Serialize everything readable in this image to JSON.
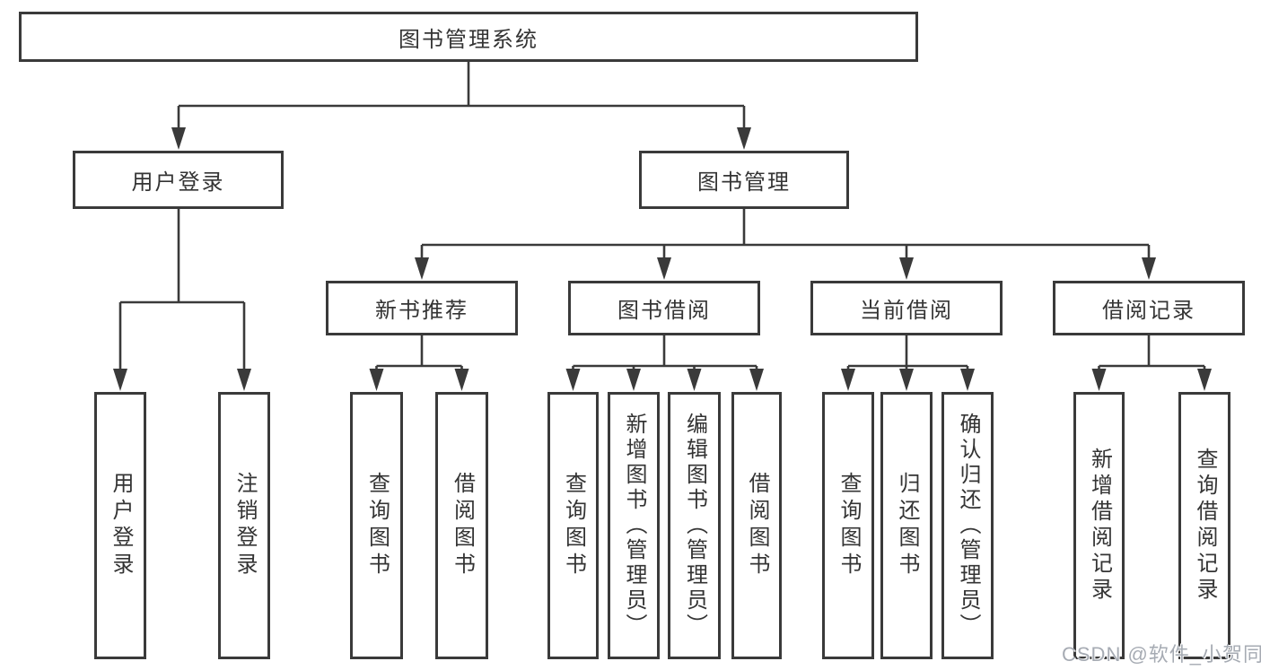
{
  "watermark": "CSDN @软件_小贺同学",
  "colors": {
    "line": "#3a3a3a",
    "box_border": "#3a3a3a",
    "text": "#343434",
    "watermark": "#a6abb3",
    "background": "#ffffff"
  },
  "tree": {
    "root": {
      "label": "图书管理系统"
    },
    "branches": [
      {
        "label": "用户登录",
        "children": [
          {
            "label": "用户登录"
          },
          {
            "label": "注销登录"
          }
        ]
      },
      {
        "label": "图书管理",
        "children": [
          {
            "label": "新书推荐",
            "children": [
              {
                "label": "查询图书"
              },
              {
                "label": "借阅图书"
              }
            ]
          },
          {
            "label": "图书借阅",
            "children": [
              {
                "label": "查询图书"
              },
              {
                "label": "新增图书（管理员）"
              },
              {
                "label": "编辑图书（管理员）"
              },
              {
                "label": "借阅图书"
              }
            ]
          },
          {
            "label": "当前借阅",
            "children": [
              {
                "label": "查询图书"
              },
              {
                "label": "归还图书"
              },
              {
                "label": "确认归还（管理员）"
              }
            ]
          },
          {
            "label": "借阅记录",
            "children": [
              {
                "label": "新增借阅记录"
              },
              {
                "label": "查询借阅记录"
              }
            ]
          }
        ]
      }
    ]
  }
}
